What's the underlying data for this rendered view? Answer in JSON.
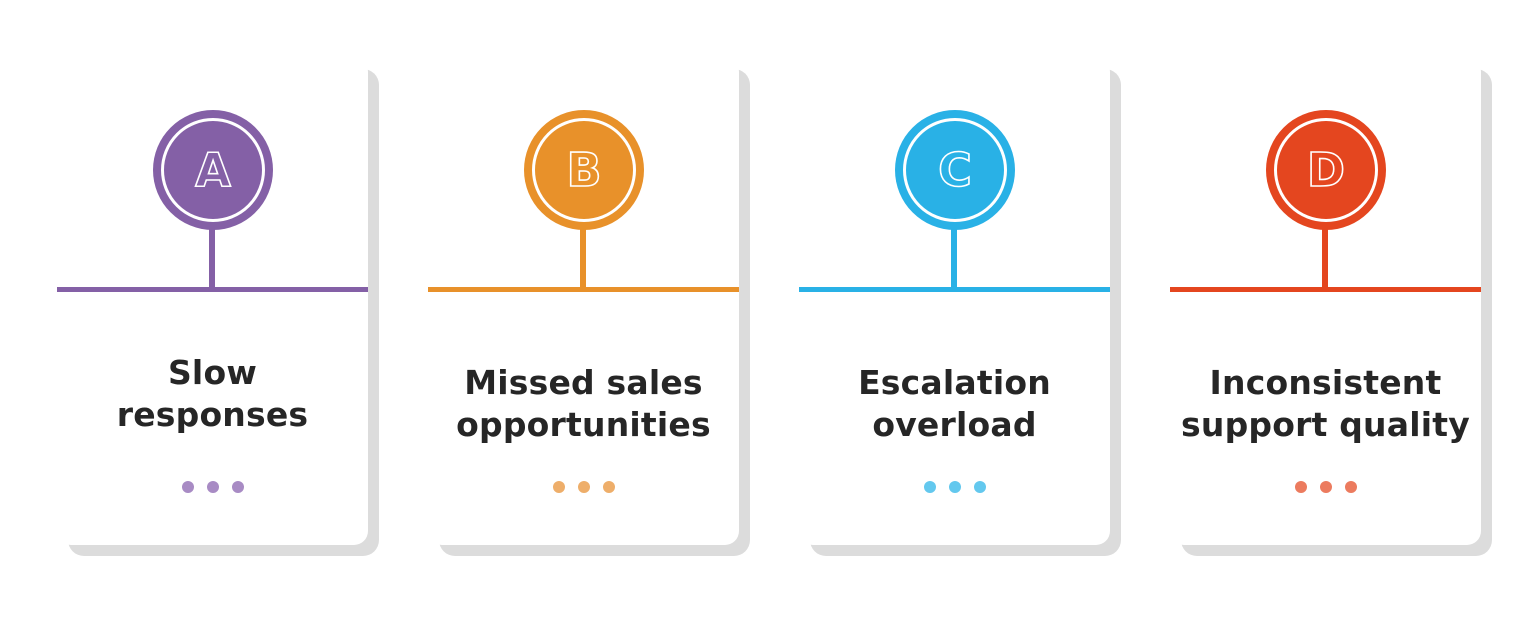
{
  "cards": [
    {
      "letter": "A",
      "title_lines": [
        "Slow",
        "responses"
      ],
      "color": "#8460a6",
      "dot_color": "#a88bc4"
    },
    {
      "letter": "B",
      "title_lines": [
        "Missed sales",
        "opportunities"
      ],
      "color": "#e8912a",
      "dot_color": "#eeae6a"
    },
    {
      "letter": "C",
      "title_lines": [
        "Escalation",
        "overload"
      ],
      "color": "#29b1e6",
      "dot_color": "#63c8ee"
    },
    {
      "letter": "D",
      "title_lines": [
        "Inconsistent",
        "support quality"
      ],
      "color": "#e4461f",
      "dot_color": "#ec7b5e"
    }
  ]
}
